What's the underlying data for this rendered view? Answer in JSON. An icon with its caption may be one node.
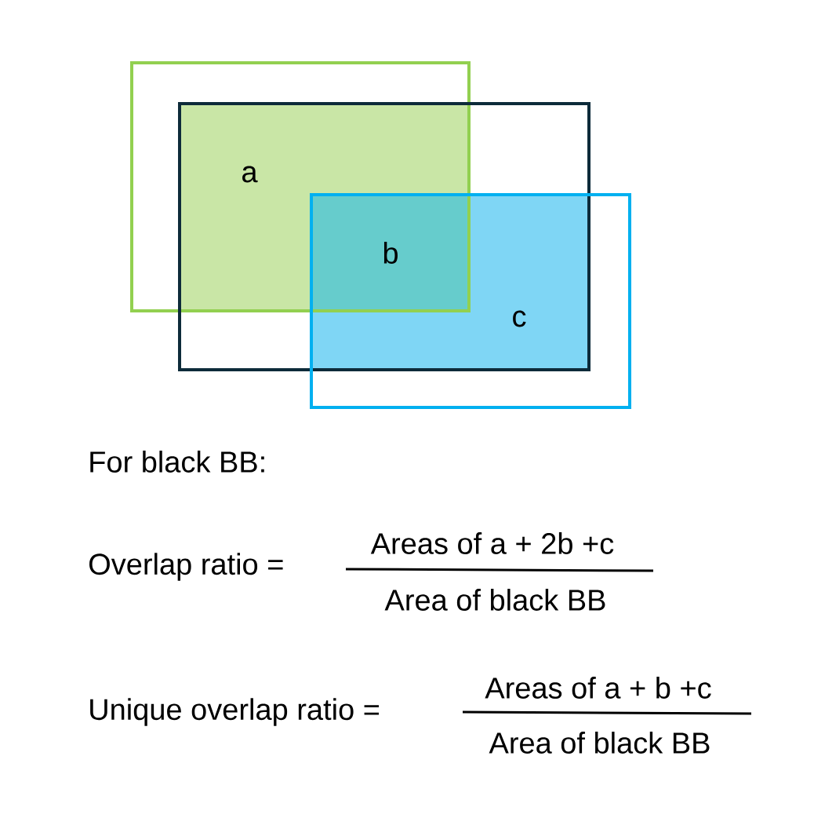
{
  "diagram": {
    "labels": [
      "a",
      "b",
      "c",
      "For black BB:",
      "Overlap ratio =",
      "Areas of a + 2b +c",
      "Area of black BB",
      "Unique overlap ratio =",
      "Areas of a + b +c",
      "Area of black BB"
    ]
  }
}
